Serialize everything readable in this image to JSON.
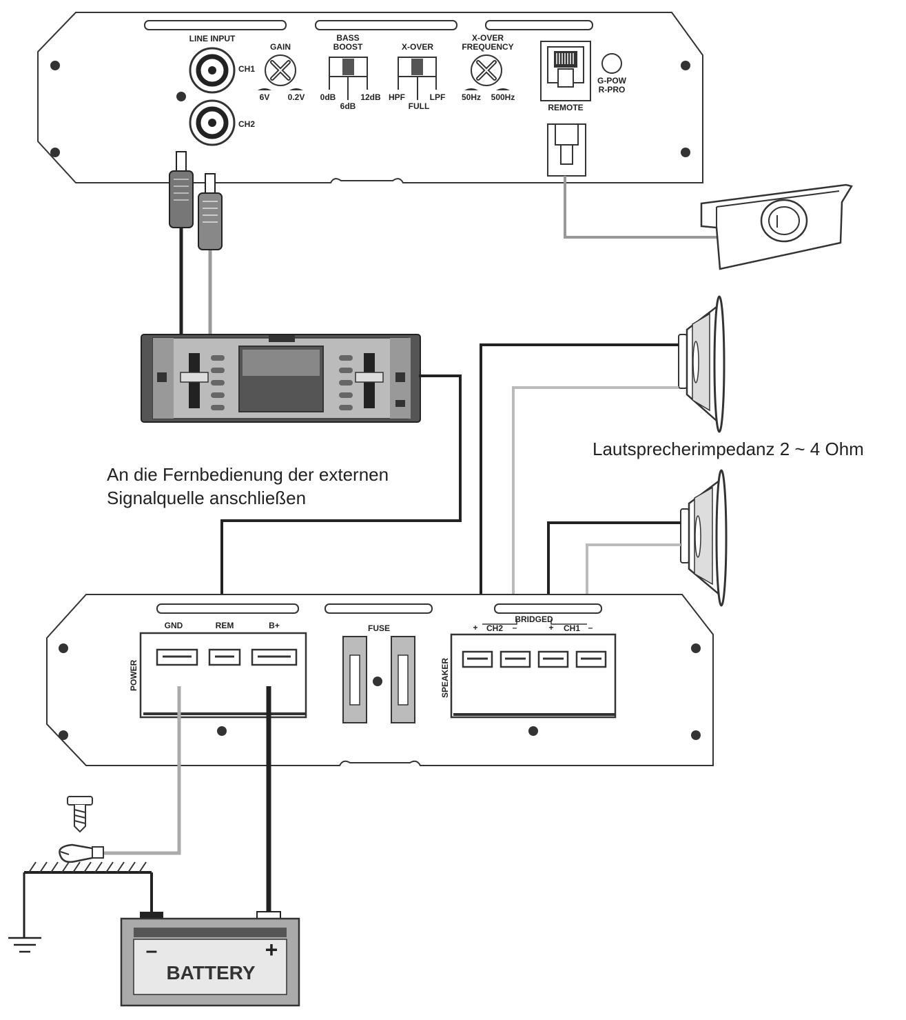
{
  "top_amp": {
    "line_input": "LINE INPUT",
    "ch1": "CH1",
    "ch2": "CH2",
    "gain": "GAIN",
    "gain_min": "6V",
    "gain_max": "0.2V",
    "bass_boost_line1": "BASS",
    "bass_boost_line2": "BOOST",
    "bass_0": "0dB",
    "bass_6": "6dB",
    "bass_12": "12dB",
    "xover": "X-OVER",
    "hpf": "HPF",
    "full": "FULL",
    "lpf": "LPF",
    "xfreq_line1": "X-OVER",
    "xfreq_line2": "FREQUENCY",
    "freq_min": "50Hz",
    "freq_max": "500Hz",
    "remote": "REMOTE",
    "brand_line1": "G-POW",
    "brand_line2": "R-PRO"
  },
  "bottom_amp": {
    "gnd": "GND",
    "rem": "REM",
    "bplus": "B+",
    "power": "POWER",
    "fuse": "FUSE",
    "speaker": "SPEAKER",
    "bridged": "BRIDGED",
    "ch2": "CH2",
    "ch1": "CH1",
    "plus": "+",
    "minus": "–"
  },
  "captions": {
    "remote_line1": "An die Fernbedienung der externen",
    "remote_line2": "Signalquelle anschließen",
    "speaker_impedance": "Lautsprecherimpedanz 2 ~ 4 Ohm"
  },
  "battery": {
    "label": "BATTERY",
    "minus": "–",
    "plus": "+"
  }
}
